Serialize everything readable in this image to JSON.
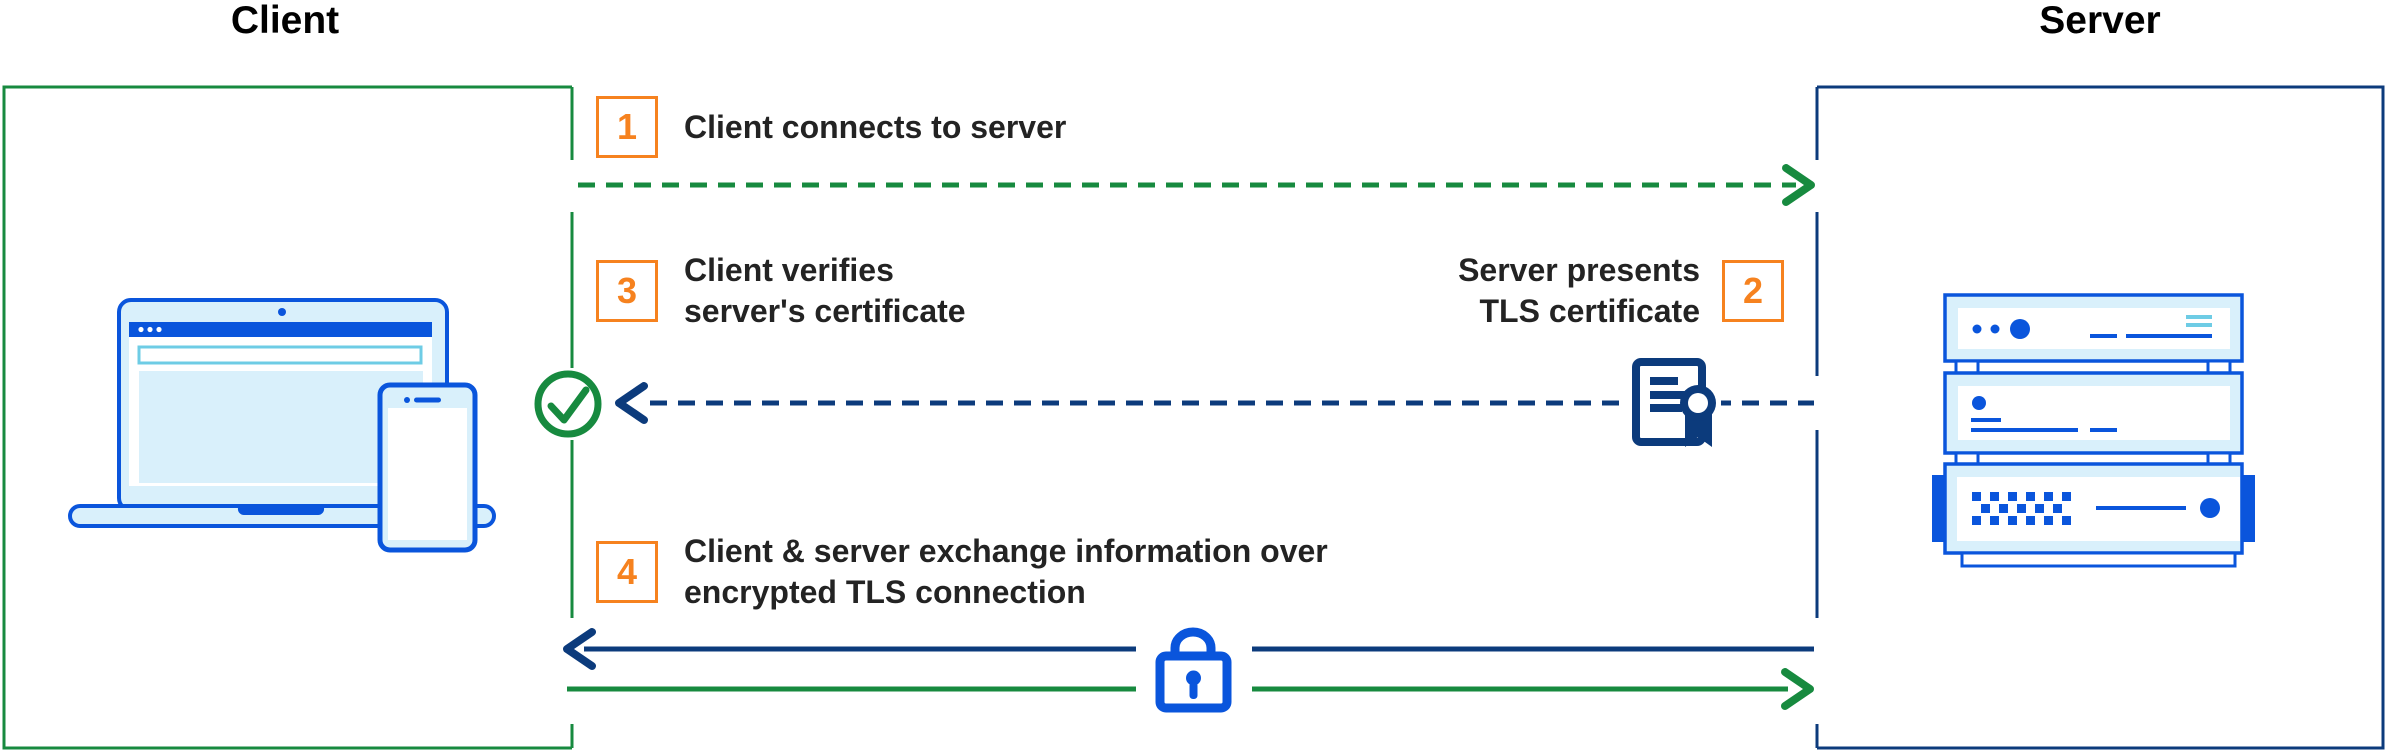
{
  "titles": {
    "client": "Client",
    "server": "Server"
  },
  "steps": [
    {
      "number": "1",
      "label": "Client connects to server"
    },
    {
      "number": "2",
      "label": "Server presents\nTLS certificate"
    },
    {
      "number": "3",
      "label": "Client verifies\nserver's certificate"
    },
    {
      "number": "4",
      "label": "Client & server exchange information over\nencrypted TLS connection"
    }
  ],
  "icons": {
    "check": "check-circle-icon",
    "certificate": "tls-certificate-icon",
    "lock": "padlock-icon",
    "client_device": "laptop-and-phone-illustration",
    "server_device": "server-rack-illustration"
  },
  "colors": {
    "green": "#178a3f",
    "navy": "#0c3b7c",
    "blue": "#0a55dc",
    "light_blue": "#d9f0fb",
    "cyan": "#6ecce5",
    "orange": "#f6821f",
    "text": "#232323"
  }
}
